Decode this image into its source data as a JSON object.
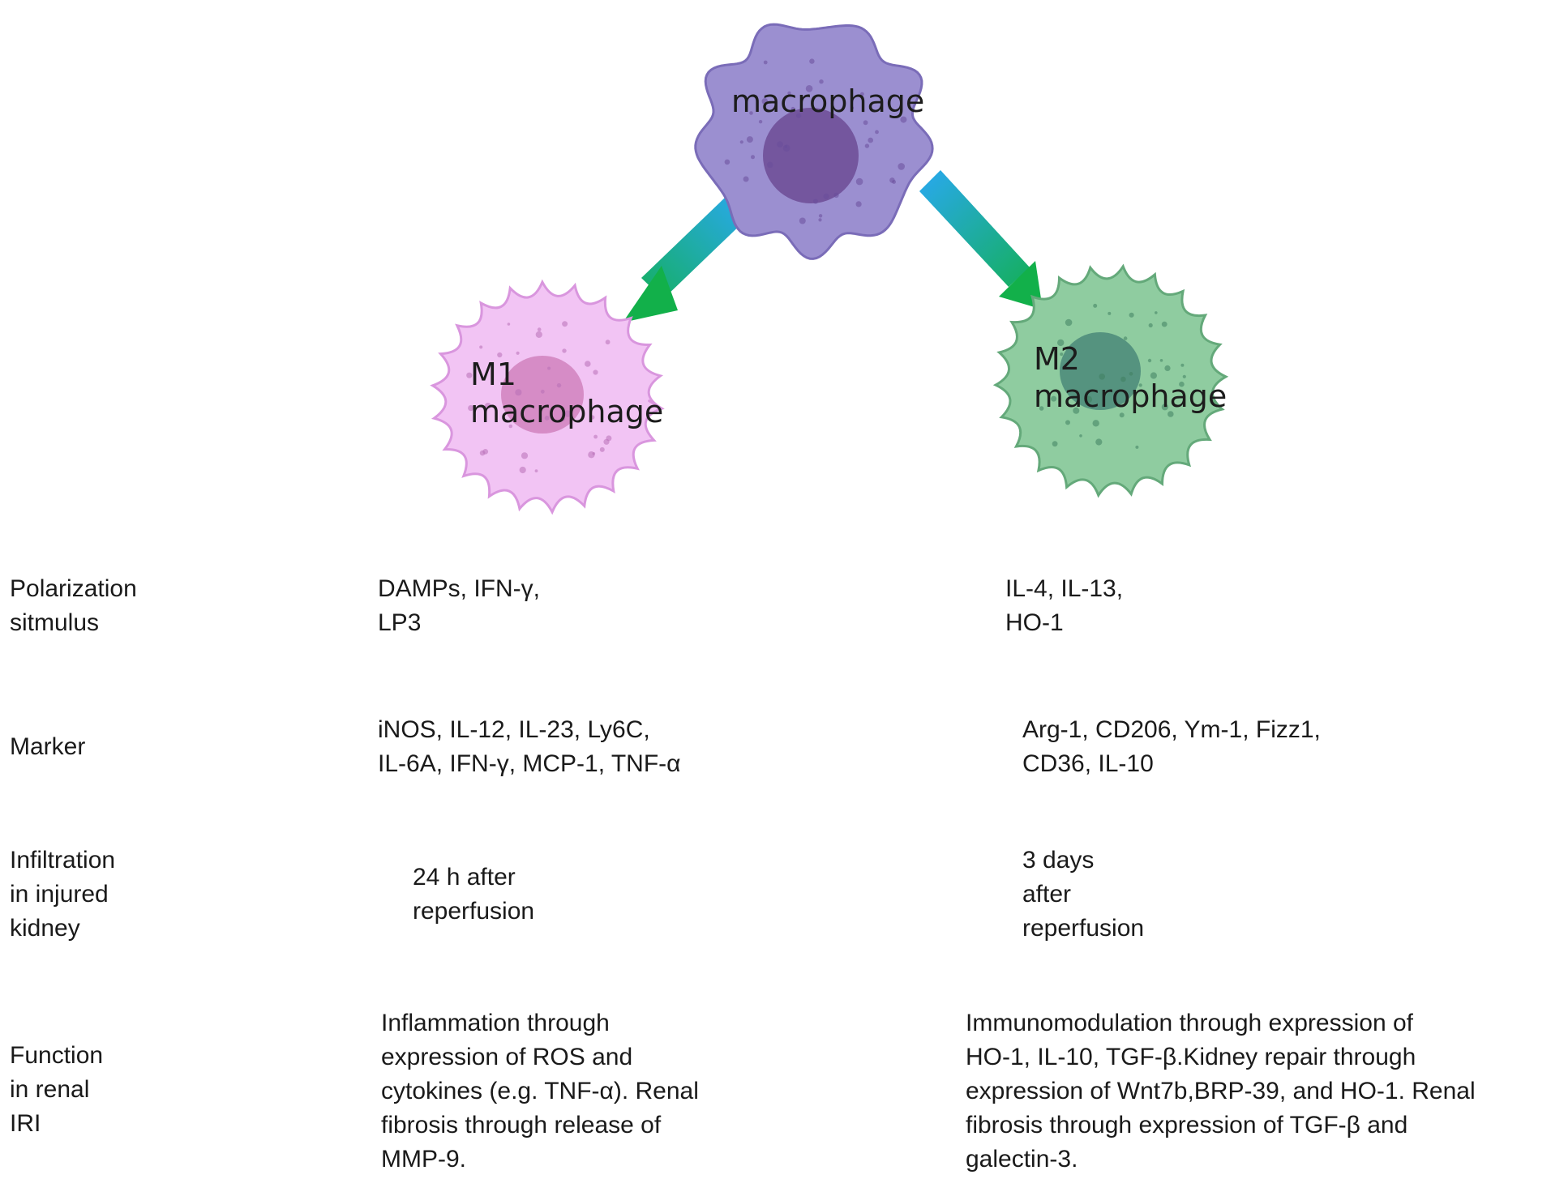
{
  "colors": {
    "macrophage_fill": "#9b8fd0",
    "macrophage_stroke": "#7a6cb8",
    "macrophage_nucleus": "#74569e",
    "m1_fill": "#f2c4f4",
    "m1_stroke": "#d996de",
    "m1_nucleus": "#d68cc6",
    "m2_fill": "#8fcca0",
    "m2_stroke": "#64a97a",
    "m2_nucleus": "#55937f",
    "arrow_start": "#27a9e0",
    "arrow_end": "#12b04a"
  },
  "cells": {
    "macrophage": "macrophage",
    "m1": "M1\nmacrophage",
    "m2": "M2\nmacrophage"
  },
  "rows": [
    {
      "label": "Polarization\nsitmulus",
      "m1": "DAMPs, IFN-γ,\nLP3",
      "m2": "IL-4, IL-13,\nHO-1"
    },
    {
      "label": "Marker",
      "m1": "iNOS, IL-12, IL-23, Ly6C,\nIL-6A, IFN-γ, MCP-1, TNF-α",
      "m2": "Arg-1, CD206, Ym-1, Fizz1,\nCD36, IL-10"
    },
    {
      "label": "Infiltration\nin injured\nkidney",
      "m1": "24 h after\nreperfusion",
      "m2": "3 days\nafter\nreperfusion"
    },
    {
      "label": "Function\nin renal\nIRI",
      "m1": "Inflammation through\nexpression of ROS and\ncytokines (e.g. TNF-α). Renal\nfibrosis through release of\nMMP-9.",
      "m2": "Immunomodulation through expression of\nHO-1, IL-10, TGF-β.Kidney repair through\nexpression of Wnt7b,BRP-39, and HO-1. Renal\nfibrosis through expression of TGF-β and\ngalectin-3."
    }
  ]
}
